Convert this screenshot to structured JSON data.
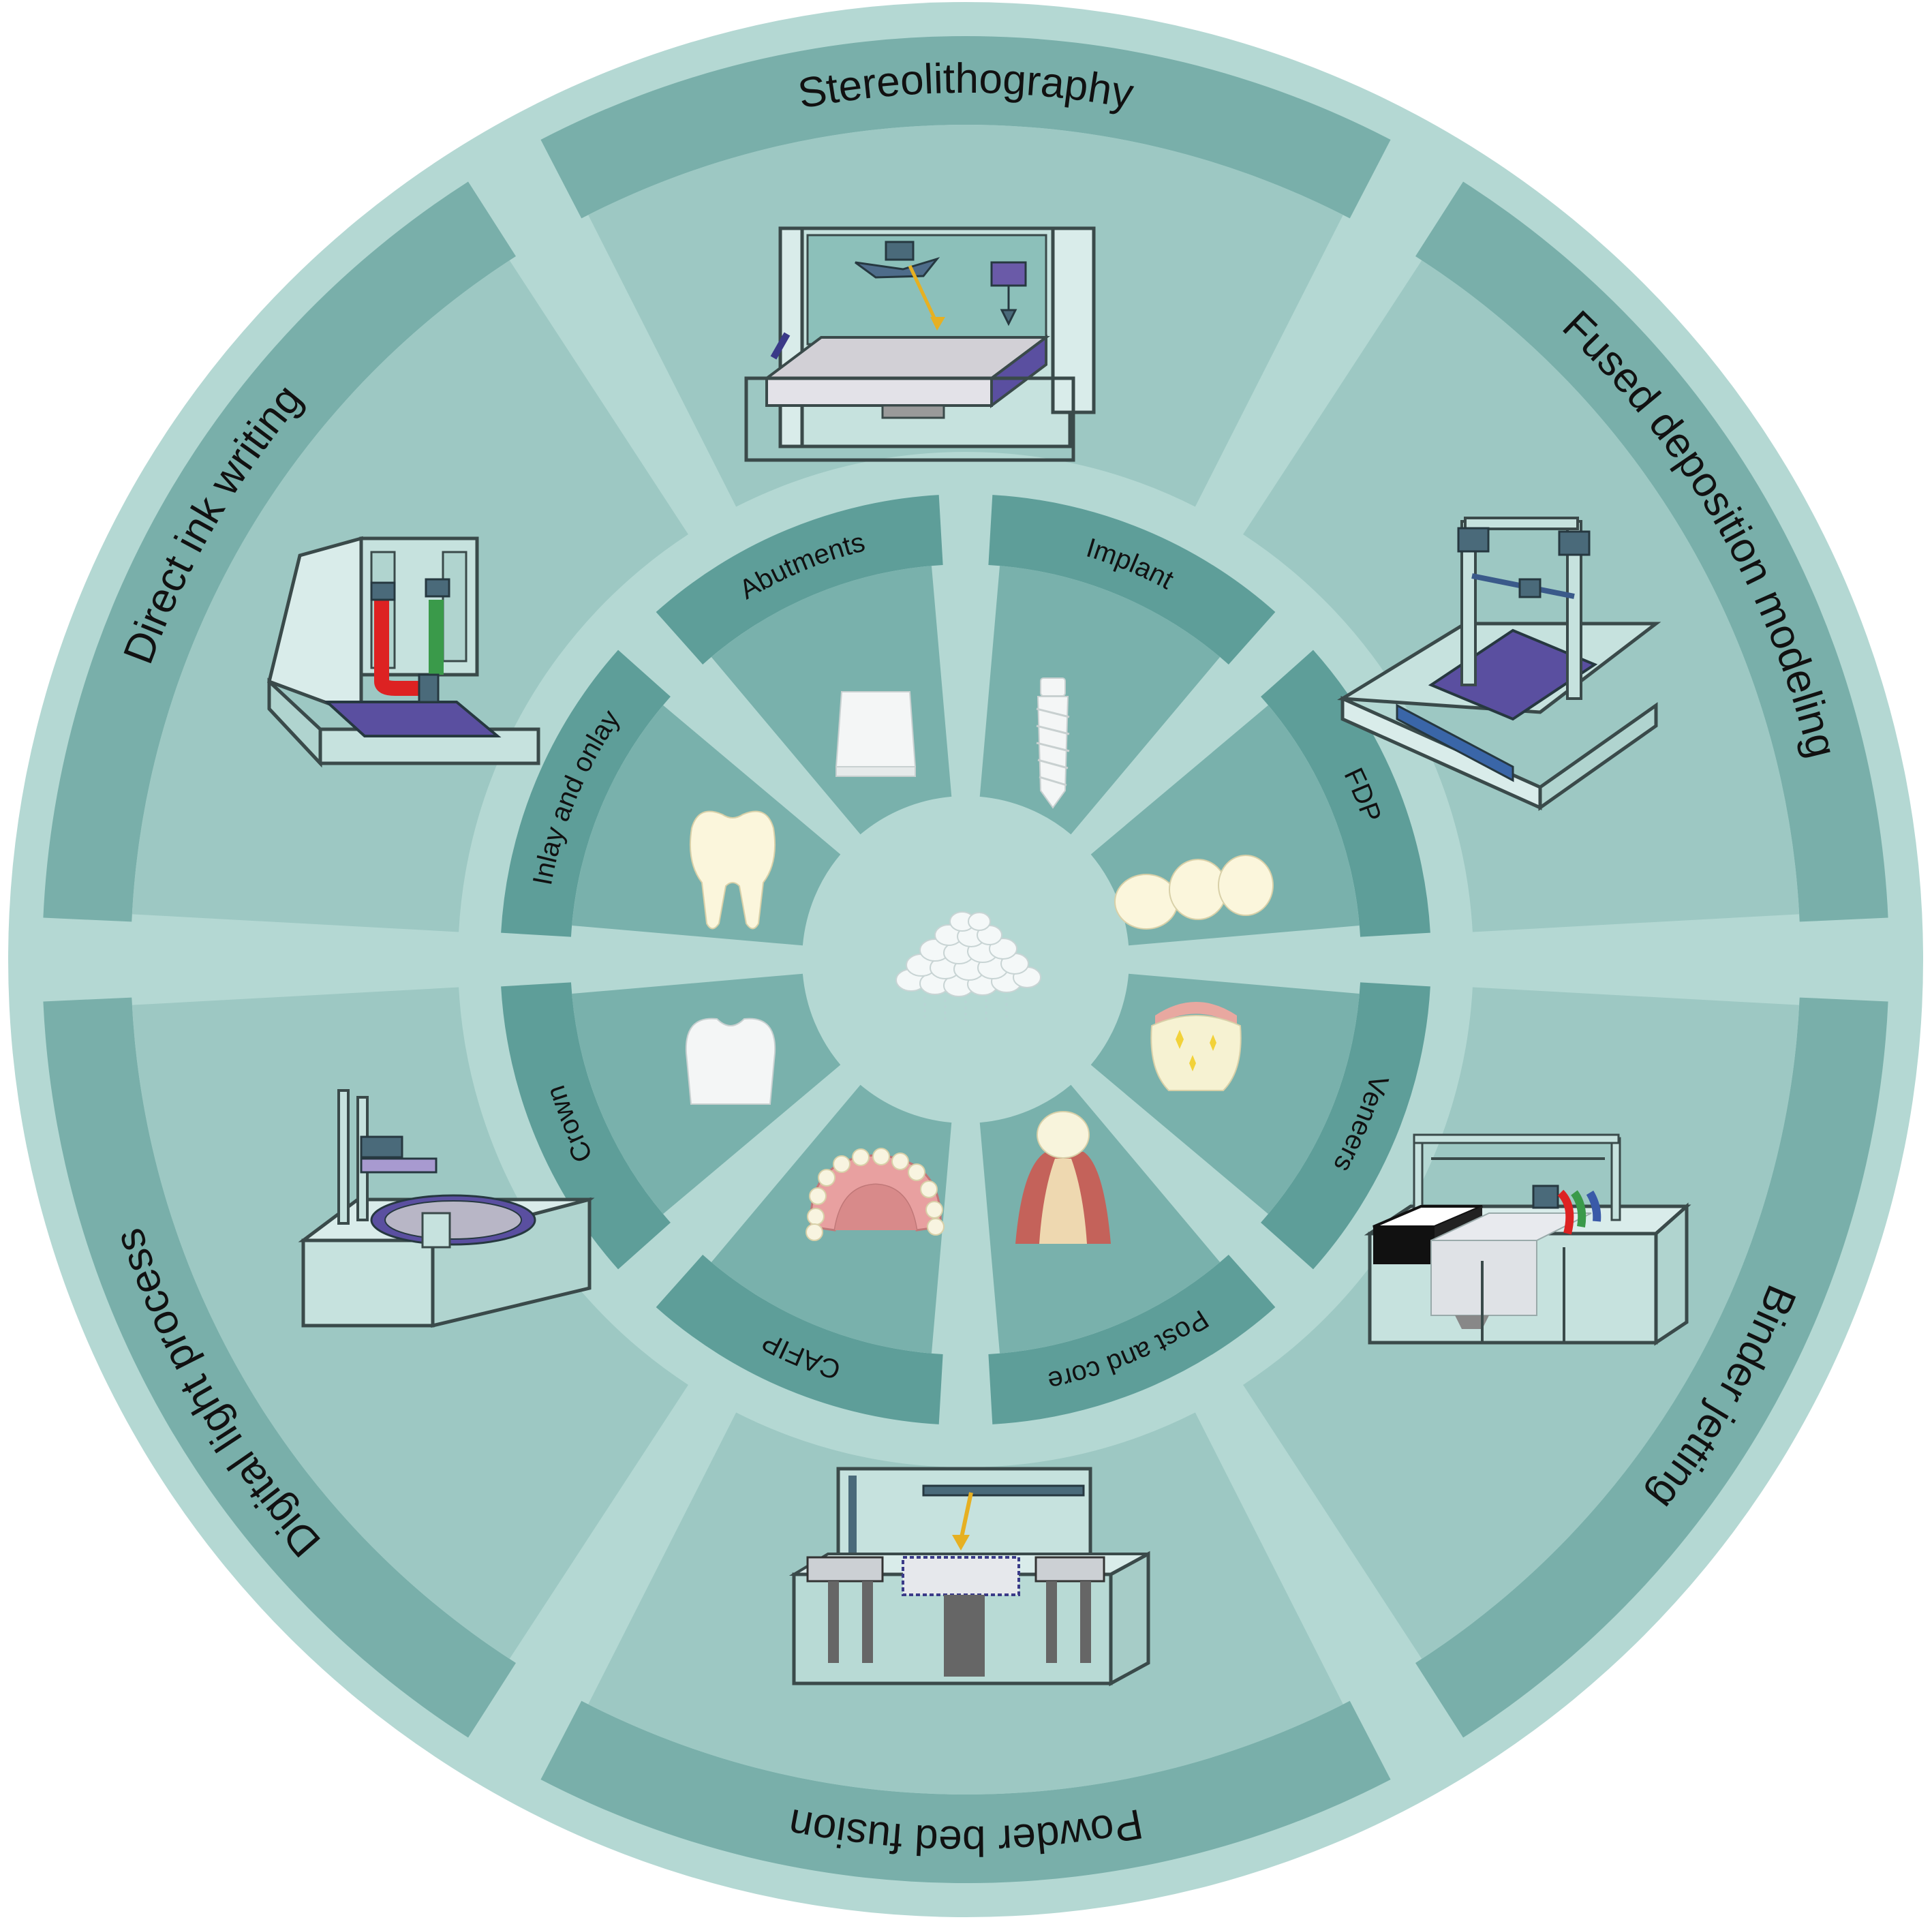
{
  "colors": {
    "rim": "#b4d8d3",
    "band": "#79afaa",
    "field": "#9dc8c3",
    "gap": "#b4d8d3",
    "inner_band": "#5e9e99",
    "inner_field": "#79b1ac",
    "hub": "#b4d8d3"
  },
  "outer_sectors": [
    {
      "key": "stereolithography",
      "label": "Stereolithography",
      "icon": "stereolithography-printer-icon"
    },
    {
      "key": "fdm",
      "label": "Fused deposition modeling",
      "icon": "fdm-printer-icon"
    },
    {
      "key": "binder",
      "label": "Binder jetting",
      "icon": "binder-jetting-printer-icon"
    },
    {
      "key": "pbf",
      "label": "Powder bed fusion",
      "icon": "powder-bed-fusion-printer-icon"
    },
    {
      "key": "dlp",
      "label": "Digital light process",
      "icon": "dlp-printer-icon"
    },
    {
      "key": "diw",
      "label": "Direct ink writing",
      "icon": "direct-ink-writing-printer-icon"
    }
  ],
  "inner_sectors": [
    {
      "key": "implant",
      "label": "Implant",
      "icon": "implant-icon"
    },
    {
      "key": "fdp",
      "label": "FDP",
      "icon": "fdp-bridge-icon"
    },
    {
      "key": "veneers",
      "label": "Veneers",
      "icon": "veneer-icon"
    },
    {
      "key": "post",
      "label": "Post and core",
      "icon": "post-and-core-icon"
    },
    {
      "key": "cafip",
      "label": "CAFIP",
      "icon": "denture-icon"
    },
    {
      "key": "crown",
      "label": "Crown",
      "icon": "crown-icon"
    },
    {
      "key": "inlay",
      "label": "Inlay and onlay",
      "icon": "molar-tooth-icon"
    },
    {
      "key": "abutments",
      "label": "Abutments",
      "icon": "abutment-icon"
    }
  ],
  "center": {
    "icon": "powder-pile-icon"
  }
}
